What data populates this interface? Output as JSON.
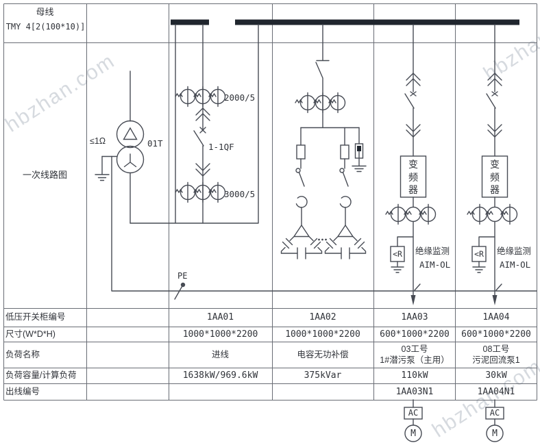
{
  "watermark": {
    "text": "hbzhan.com"
  },
  "colors": {
    "circuit_line": "#474b54",
    "grid_line": "#686c74",
    "busbar_fill": "#20262e",
    "text": "#2f3238",
    "watermark": "#cdd1d8"
  },
  "busbar_cell": {
    "title": "母线",
    "spec": "TMY 4[2(100*10)]"
  },
  "diagram": {
    "label": "一次线路图",
    "transformer": {
      "impedance": "≤1Ω",
      "tag": "01T"
    },
    "incoming": {
      "ct_top": "2000/5",
      "breaker": "1-1QF",
      "ct_bottom": "3000/5",
      "pe_label": "PE"
    },
    "vfd_label": "变频器",
    "insulation": {
      "relay": "<R",
      "title": "绝缘监测",
      "model": "AIM-OL"
    },
    "motor_branch": {
      "converter": "AC",
      "motor": "M"
    }
  },
  "table": {
    "row_labels": [
      "低压开关柜编号",
      "尺寸(W*D*H)",
      "负荷名称",
      "负荷容量/计算负荷",
      "出线编号"
    ],
    "columns": [
      {
        "id": "1AA01",
        "size": "1000*1000*2200",
        "load_name": "进线",
        "load_capacity": "1638kW/969.6kW",
        "outgoing": ""
      },
      {
        "id": "1AA02",
        "size": "1000*1000*2200",
        "load_name": "电容无功补偿",
        "load_capacity": "375kVar",
        "outgoing": ""
      },
      {
        "id": "1AA03",
        "size": "600*1000*2200",
        "load_name": "03工号\n1#潜污泵（主用）",
        "load_capacity": "110kW",
        "outgoing": "1AA03N1"
      },
      {
        "id": "1AA04",
        "size": "600*1000*2200",
        "load_name": "08工号\n污泥回流泵1",
        "load_capacity": "30kW",
        "outgoing": "1AA04N1"
      }
    ]
  }
}
